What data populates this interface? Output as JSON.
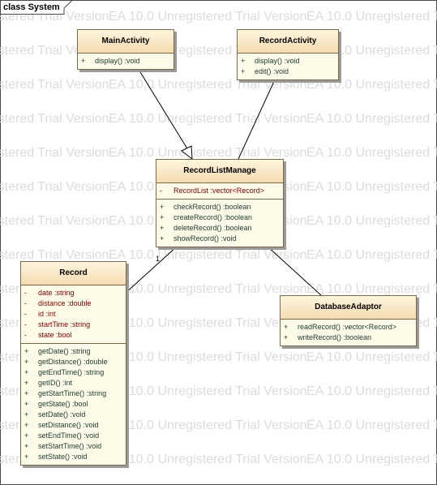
{
  "diagram": {
    "tab_label": "class System",
    "watermark": "EA 10.0 Unregistered Trial Version",
    "classes": {
      "main_activity": {
        "name": "MainActivity",
        "attributes": [],
        "operations": [
          {
            "vis": "+",
            "text": "display()  :void"
          }
        ]
      },
      "record_activity": {
        "name": "RecordActivity",
        "attributes": [],
        "operations": [
          {
            "vis": "+",
            "text": "display()  :void"
          },
          {
            "vis": "+",
            "text": "edit()  :void"
          }
        ]
      },
      "record_list_manage": {
        "name": "RecordListManage",
        "attributes": [
          {
            "vis": "-",
            "text": "RecordList  :vector<Record>"
          }
        ],
        "operations": [
          {
            "vis": "+",
            "text": "checkRecord()  :boolean"
          },
          {
            "vis": "+",
            "text": "createRecord()  :boolean"
          },
          {
            "vis": "+",
            "text": "deleteRecord()  :boolean"
          },
          {
            "vis": "+",
            "text": "showRecord()  :void"
          }
        ]
      },
      "record": {
        "name": "Record",
        "attributes": [
          {
            "vis": "-",
            "text": "date  :string"
          },
          {
            "vis": "-",
            "text": "distance  :double"
          },
          {
            "vis": "-",
            "text": "id  :int"
          },
          {
            "vis": "-",
            "text": "startTime  :string"
          },
          {
            "vis": "-",
            "text": "state  :bool"
          }
        ],
        "operations": [
          {
            "vis": "+",
            "text": "getDate()  :string"
          },
          {
            "vis": "+",
            "text": "getDistance()  :double"
          },
          {
            "vis": "+",
            "text": "getEndTime()  :string"
          },
          {
            "vis": "+",
            "text": "getID()  :int"
          },
          {
            "vis": "+",
            "text": "getStartTime()  :string"
          },
          {
            "vis": "+",
            "text": "getState()  :bool"
          },
          {
            "vis": "+",
            "text": "setDate()  :void"
          },
          {
            "vis": "+",
            "text": "setDistance()  :void"
          },
          {
            "vis": "+",
            "text": "setEndTime()  :void"
          },
          {
            "vis": "+",
            "text": "setStartTime()  :void"
          },
          {
            "vis": "+",
            "text": "setState()  :void"
          }
        ]
      },
      "database_adaptor": {
        "name": "DatabaseAdaptor",
        "attributes": [],
        "operations": [
          {
            "vis": "+",
            "text": "readRecord()  :vector<Record>"
          },
          {
            "vis": "+",
            "text": "writeRecord()  :boolean"
          }
        ]
      }
    },
    "multiplicity": "1"
  }
}
